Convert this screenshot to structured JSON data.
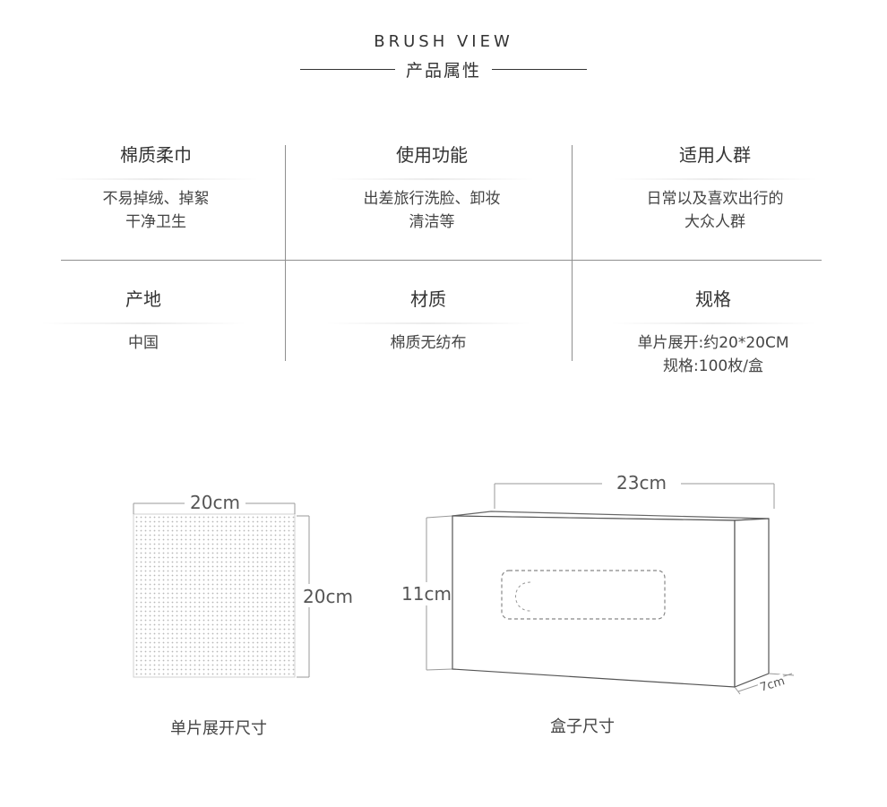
{
  "header": {
    "brand": "BRUSH  VIEW",
    "subtitle": "产品属性"
  },
  "attributes": [
    {
      "title": "棉质柔巾",
      "lines": [
        "不易掉绒、掉絮",
        "干净卫生"
      ]
    },
    {
      "title": "使用功能",
      "lines": [
        "出差旅行洗脸、卸妆",
        "清洁等"
      ]
    },
    {
      "title": "适用人群",
      "lines": [
        "日常以及喜欢出行的",
        "大众人群"
      ]
    },
    {
      "title": "产地",
      "lines": [
        "中国"
      ]
    },
    {
      "title": "材质",
      "lines": [
        "棉质无纺布"
      ]
    },
    {
      "title": "规格",
      "lines": [
        "单片展开:约20*20CM",
        "规格:100枚/盒"
      ]
    }
  ],
  "sheet_diagram": {
    "width_label": "20cm",
    "height_label": "20cm",
    "caption": "单片展开尺寸"
  },
  "box_diagram": {
    "length_label": "23cm",
    "height_label": "11cm",
    "depth_label": "7cm",
    "caption": "盒子尺寸"
  }
}
